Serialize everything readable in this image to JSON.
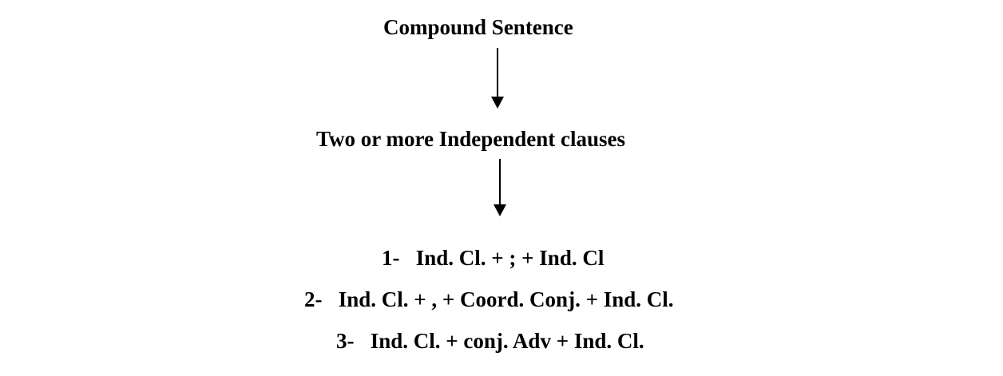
{
  "diagram": {
    "title": "Compound Sentence",
    "level2": "Two or more Independent clauses",
    "patterns": [
      {
        "number": "1-",
        "text": "Ind. Cl. + ; + Ind. Cl"
      },
      {
        "number": "2-",
        "text": "Ind. Cl. + , + Coord. Conj. + Ind. Cl."
      },
      {
        "number": "3-",
        "text": "Ind. Cl. + conj. Adv + Ind. Cl."
      }
    ],
    "arrows": [
      {
        "from": "Compound Sentence",
        "to": "Two or more Independent clauses"
      },
      {
        "from": "Two or more Independent clauses",
        "to": "patterns"
      }
    ]
  }
}
